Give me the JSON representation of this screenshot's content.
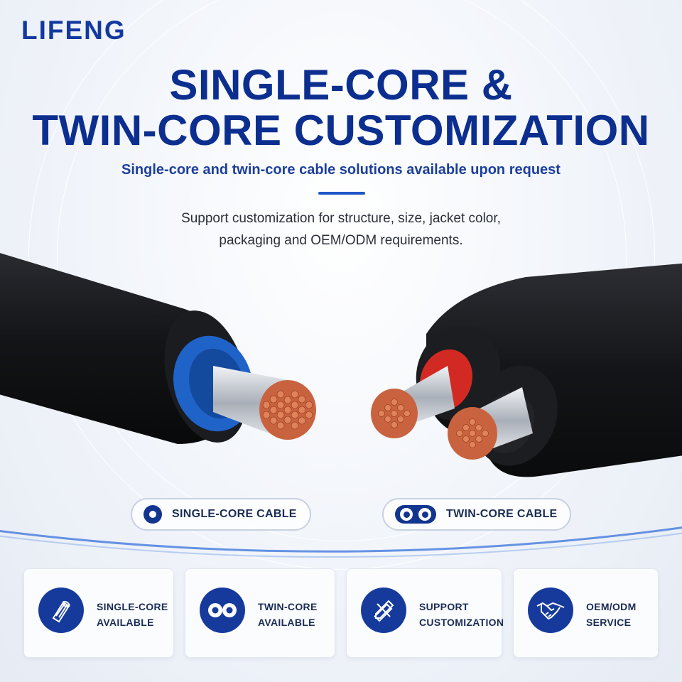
{
  "brand": {
    "logo_text": "LIFENG"
  },
  "headline": {
    "line1": "SINGLE-CORE &",
    "line2": "TWIN-CORE CUSTOMIZATION"
  },
  "subtitle": "Single-core and twin-core cable solutions available upon request",
  "description": {
    "line1": "Support customization for structure, size, jacket color,",
    "line2": "packaging and OEM/ODM requirements."
  },
  "labels": {
    "single": "SINGLE-CORE CABLE",
    "twin": "TWIN-CORE CABLE"
  },
  "features": [
    {
      "line1": "SINGLE-CORE",
      "line2": "AVAILABLE",
      "icon": "single-core-cable-icon"
    },
    {
      "line1": "TWIN-CORE",
      "line2": "AVAILABLE",
      "icon": "twin-core-icon"
    },
    {
      "line1": "SUPPORT",
      "line2": "CUSTOMIZATION",
      "icon": "tools-icon"
    },
    {
      "line1": "OEM/ODM",
      "line2": "SERVICE",
      "icon": "handshake-icon"
    }
  ],
  "colors": {
    "brand_blue": "#1339a0",
    "title_blue": "#0c2f8f",
    "cable_jacket": "#141518",
    "insulation_blue": "#1f63c9",
    "insulation_red": "#d22a22",
    "copper": "#c9633f"
  }
}
